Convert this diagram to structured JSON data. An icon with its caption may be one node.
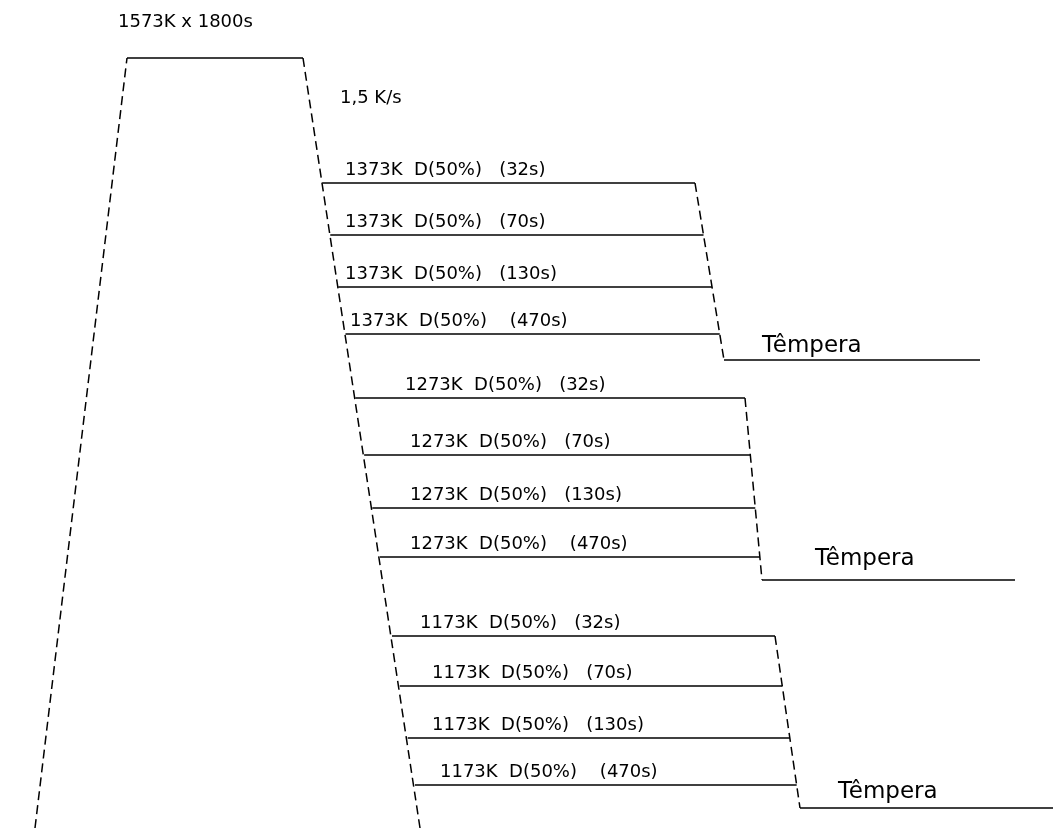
{
  "diagram": {
    "labels": [
      "1573K x 1800s",
      "1,5 K/s",
      "1373K  D(50%)   (32s)",
      "1373K  D(50%)   (70s)",
      "1373K  D(50%)   (130s)",
      "1373K  D(50%)    (470s)",
      "Têmpera",
      "1273K  D(50%)   (32s)",
      "1273K  D(50%)   (70s)",
      "1273K  D(50%)   (130s)",
      "1273K  D(50%)    (470s)",
      "Têmpera",
      "1173K  D(50%)   (32s)",
      "1173K  D(50%)   (70s)",
      "1173K  D(50%)   (130s)",
      "1173K  D(50%)    (470s)",
      "Têmpera"
    ]
  }
}
